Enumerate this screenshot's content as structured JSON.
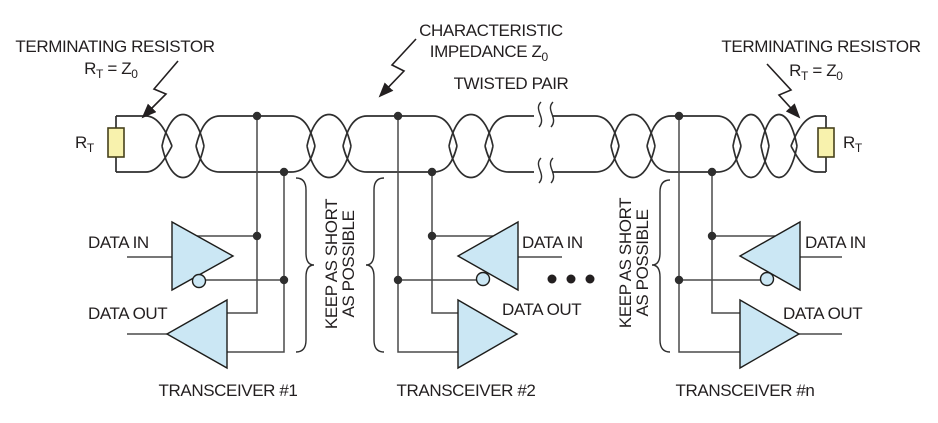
{
  "diagram": {
    "annotations": {
      "terminating_resistor_left": "TERMINATING RESISTOR",
      "terminating_resistor_right": "TERMINATING RESISTOR",
      "characteristic_line1": "CHARACTERISTIC",
      "characteristic_line2_base": "IMPEDANCE Z",
      "characteristic_line2_sub": "0",
      "twisted_pair": "TWISTED PAIR",
      "rt_formula": {
        "r": "R",
        "r_sub": "T",
        "equals_z": "= Z",
        "z_sub": "0"
      },
      "keep_short_line1": "KEEP AS SHORT",
      "keep_short_line2": "AS POSSIBLE"
    },
    "resistor_label": {
      "base": "R",
      "sub": "T"
    },
    "transceivers": [
      {
        "name": "TRANSCEIVER #1",
        "data_in": "DATA IN",
        "data_out": "DATA OUT"
      },
      {
        "name": "TRANSCEIVER #2",
        "data_in": "DATA IN",
        "data_out": "DATA OUT"
      },
      {
        "name": "TRANSCEIVER #n",
        "data_in": "DATA IN",
        "data_out": "DATA OUT"
      }
    ],
    "colors": {
      "wire": "#2e2e2e",
      "stub": "#4a4a4a",
      "buffer_fill": "#cbe7f4",
      "buffer_stroke": "#1d1d1b",
      "resistor_fill": "#f8f2ad",
      "resistor_stroke": "#46411c",
      "text": "#231f20"
    }
  }
}
